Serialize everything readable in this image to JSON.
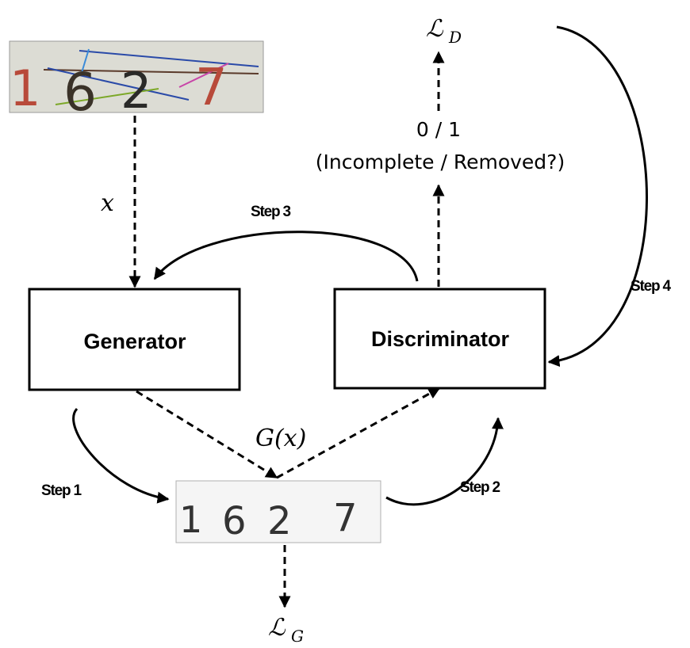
{
  "captcha_input": {
    "digits": [
      "1",
      "6",
      "2",
      "7"
    ]
  },
  "captcha_output": {
    "digits": [
      "1",
      "6",
      "2",
      "7"
    ]
  },
  "nodes": {
    "generator": "Generator",
    "discriminator": "Discriminator"
  },
  "labels": {
    "x": "x",
    "gx": "G(x)",
    "loss_d_main": "ℒ",
    "loss_d_sub": "D",
    "loss_g_main": "ℒ",
    "loss_g_sub": "G",
    "output_value": "0 / 1",
    "output_question": "(Incomplete / Removed?)"
  },
  "steps": {
    "step1": "Step 1",
    "step2": "Step 2",
    "step3": "Step 3",
    "step4": "Step 4"
  }
}
